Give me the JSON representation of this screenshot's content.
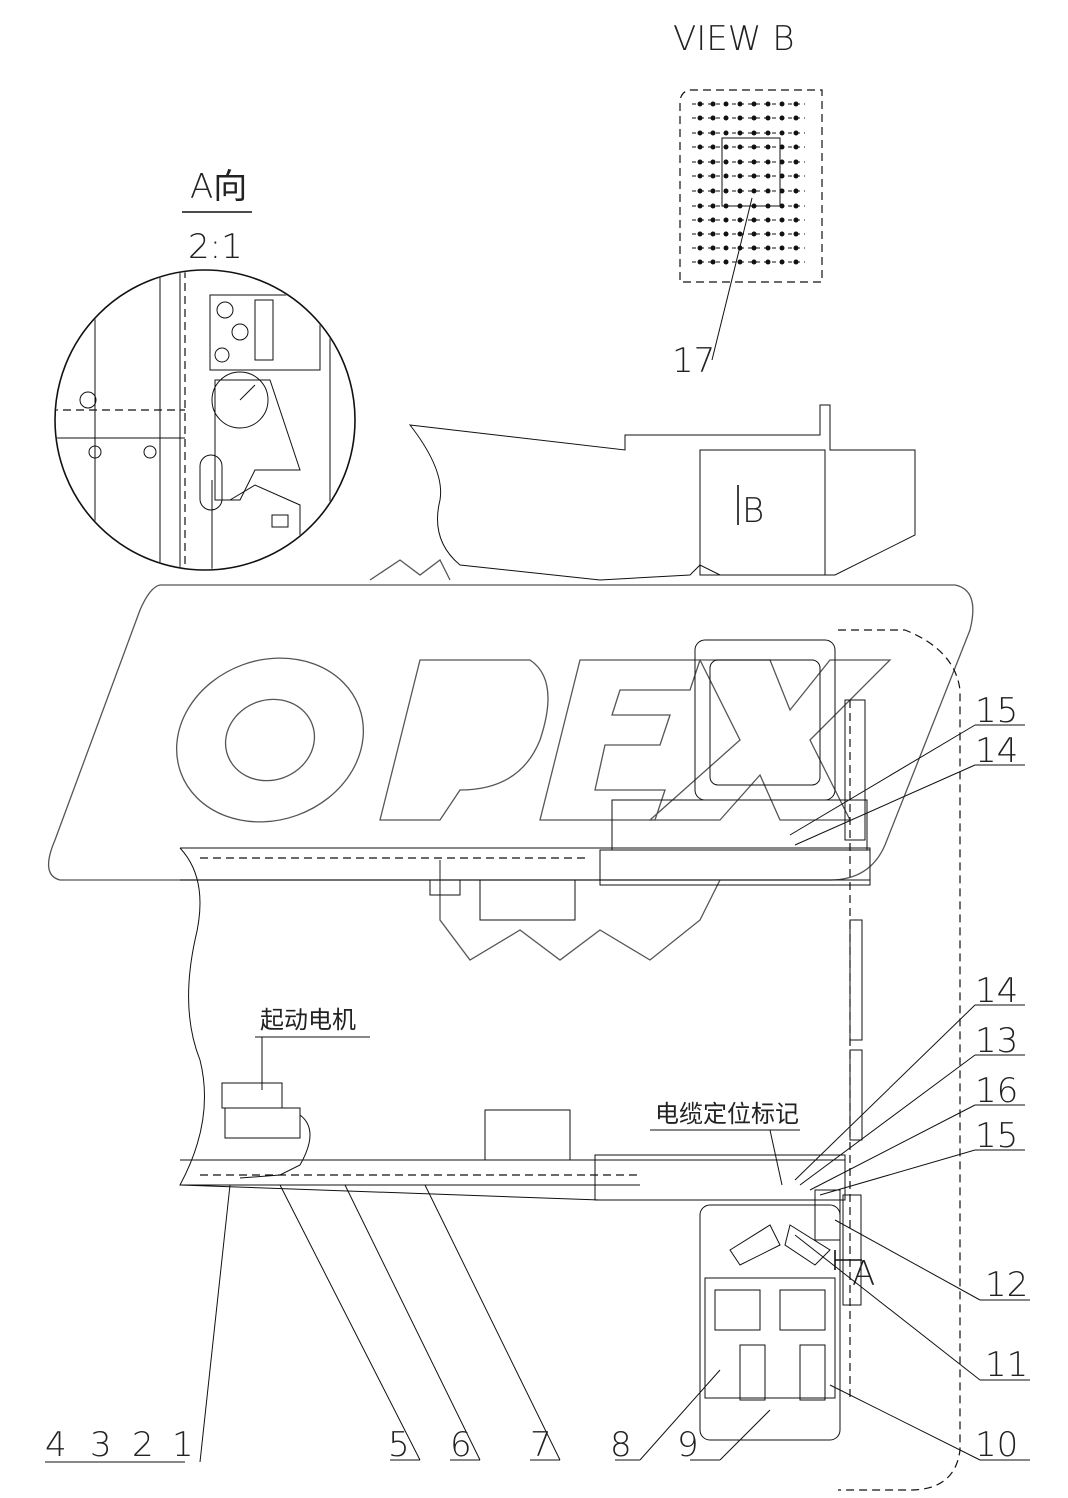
{
  "title": "Starter motor cable routing / electrical box installation",
  "views": {
    "view_b": "VIEW B",
    "view_a": "A向",
    "view_a_scale": "2:1",
    "b_marker": "B",
    "a_marker": "A"
  },
  "annotations": {
    "starter_motor": "起动电机",
    "cable_mark": "电缆定位标记"
  },
  "watermark": "OPEX",
  "callouts": {
    "c17": "17",
    "c15a": "15",
    "c14a": "14",
    "c14b": "14",
    "c13": "13",
    "c16": "16",
    "c15b": "15",
    "c12": "12",
    "c11": "11",
    "c10": "10",
    "c9": "9",
    "c8": "8",
    "c7": "7",
    "c6": "6",
    "c5": "5",
    "c4": "4",
    "c3": "3",
    "c2": "2",
    "c1": "1"
  }
}
